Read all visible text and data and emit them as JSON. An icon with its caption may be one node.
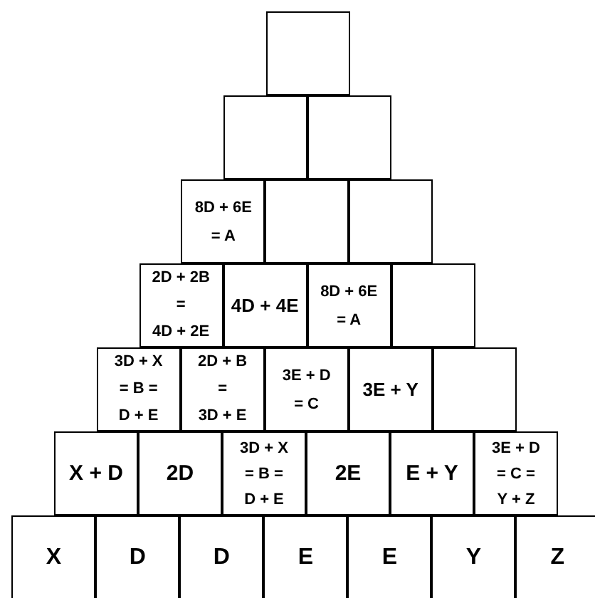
{
  "diagram": {
    "nodes": [
      {
        "text": [],
        "shape": "box"
      },
      {
        "text": [],
        "shape": "box"
      },
      {
        "text": [],
        "shape": "box"
      },
      {
        "text": [
          "8D + 6E = A"
        ]
      },
      {
        "text": [],
        "shape": "box"
      },
      {
        "text": [],
        "shape": "box"
      },
      {
        "text": [
          "2D + 2B = 4D + 2E"
        ]
      },
      {
        "text": [
          "4D + 4E"
        ]
      },
      {
        "text": [
          "8D + 6E = A"
        ]
      },
      {
        "text": [],
        "shape": "box"
      },
      {
        "text": [
          "3D + X = B = D + E"
        ]
      },
      {
        "text": [
          "2D + B = 3D + E"
        ]
      },
      {
        "text": [
          "3E + D = C"
        ]
      },
      {
        "text": [
          "3E + Y"
        ]
      },
      {
        "text": [],
        "shape": "box"
      },
      {
        "text": [
          "X + D"
        ]
      },
      {
        "text": [
          "2D"
        ]
      },
      {
        "text": [
          "3D + X = B = D + E"
        ]
      },
      {
        "text": [
          "2E"
        ]
      },
      {
        "text": [
          "E + Y"
        ]
      },
      {
        "text": [
          "3E + D = C = Y + Z"
        ]
      },
      {
        "text": [
          "X"
        ]
      },
      {
        "text": [
          "D"
        ]
      },
      {
        "text": [
          "D"
        ]
      },
      {
        "text": [
          "E"
        ]
      },
      {
        "text": [
          "E"
        ]
      },
      {
        "text": [
          "Y"
        ]
      },
      {
        "text": [
          "Z"
        ]
      }
    ]
  }
}
